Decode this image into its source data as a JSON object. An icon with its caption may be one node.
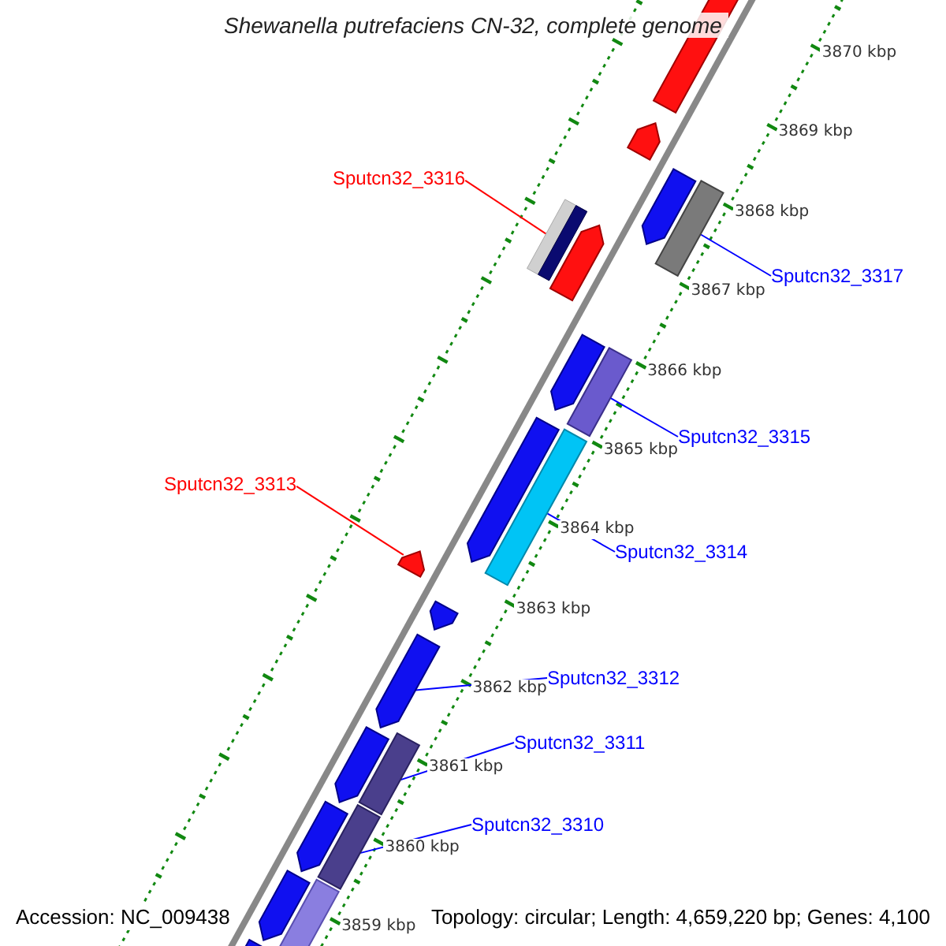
{
  "diagram": {
    "title": "Shewanella putrefaciens CN-32, complete genome",
    "nodes": [
      {
        "text": [
          "Sputcn32_3316"
        ]
      },
      {
        "text": [],
        "shape": "bar"
      },
      {
        "text": [
          "Sputcn32_3317"
        ]
      },
      {
        "text": [],
        "shape": "bar"
      },
      {
        "text": [
          "Sputcn32_3315"
        ]
      },
      {
        "text": [],
        "shape": "bar"
      },
      {
        "text": [
          "Sputcn32_3313"
        ]
      },
      {
        "text": [],
        "shape": "bar"
      },
      {
        "text": [
          "Sputcn32_3314"
        ]
      },
      {
        "text": [],
        "shape": "bar"
      },
      {
        "text": [
          "Sputcn32_3312"
        ]
      },
      {
        "text": [],
        "shape": "bar"
      },
      {
        "text": [
          "Sputcn32_3311"
        ]
      },
      {
        "text": [],
        "shape": "bar"
      },
      {
        "text": [
          "Sputcn32_3310"
        ]
      },
      {
        "text": [],
        "shape": "bar"
      },
      {
        "text": [],
        "shape": "bar"
      },
      {
        "text": [],
        "shape": "bar"
      },
      {
        "text": [],
        "shape": "bar"
      },
      {
        "text": [],
        "shape": "bar"
      },
      {
        "text": [],
        "shape": "bar"
      },
      {
        "text": [],
        "shape": "bar"
      },
      {
        "text": [],
        "shape": "bar"
      },
      {
        "text": [],
        "shape": "bar"
      },
      {
        "text": [],
        "shape": "bar"
      },
      {
        "text": [],
        "shape": "bar"
      },
      {
        "text": [],
        "shape": "bar"
      },
      {
        "text": [],
        "shape": "bar"
      }
    ],
    "edges": [
      {
        "from": 0,
        "to": 1,
        "arrow": "none",
        "color": "#ff0000"
      },
      {
        "from": 2,
        "to": 3,
        "arrow": "none"
      },
      {
        "from": 4,
        "to": 5,
        "arrow": "none"
      },
      {
        "from": 6,
        "to": 7,
        "arrow": "none",
        "color": "#ff0000"
      },
      {
        "from": 8,
        "to": 9,
        "arrow": "none"
      },
      {
        "from": 10,
        "to": 11,
        "arrow": "none"
      },
      {
        "from": 12,
        "to": 13,
        "arrow": "none"
      },
      {
        "from": 14,
        "to": 15,
        "arrow": "none"
      }
    ],
    "labels": [
      "3870 kbp",
      "3869 kbp",
      "3868 kbp",
      "3867 kbp",
      "3866 kbp",
      "3865 kbp",
      "3864 kbp",
      "3863 kbp",
      "3862 kbp",
      "3861 kbp",
      "3860 kbp",
      "3859 kbp",
      "Accession: NC_009438",
      "Topology: circular; Length: 4,659,220 bp; Genes: 4,100"
    ]
  }
}
